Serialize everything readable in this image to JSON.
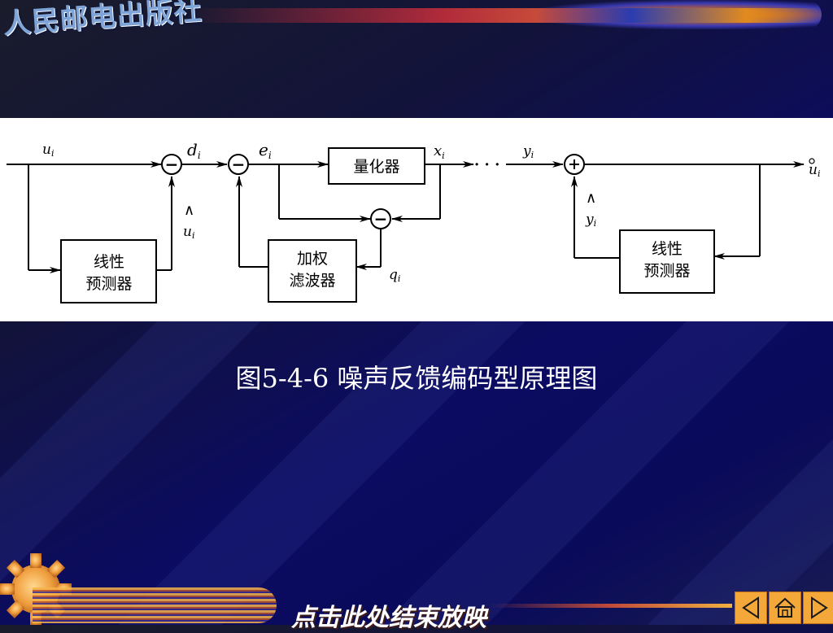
{
  "publisher": "人民邮电出版社",
  "caption": "图5-4-6  噪声反馈编码型原理图",
  "end_show_label": "点击此处结束放映",
  "diagram": {
    "blocks": {
      "predictor_left_line1": "线性",
      "predictor_left_line2": "预测器",
      "quantizer": "量化器",
      "filter_line1": "加权",
      "filter_line2": "滤波器",
      "predictor_right_line1": "线性",
      "predictor_right_line2": "预测器"
    },
    "signals": {
      "u_in": "u",
      "u_in_sub": "i",
      "d": "d",
      "d_sub": "i",
      "e": "e",
      "e_sub": "i",
      "x": "x",
      "x_sub": "i",
      "dots": "· · ·",
      "y": "y",
      "y_sub": "i",
      "u_out": "u",
      "u_out_sub": "i",
      "u_hat_mark": "∧",
      "u_hat": "u",
      "u_hat_sub": "i",
      "q": "q",
      "q_sub": "i",
      "y_hat_mark": "∧",
      "y_hat": "y",
      "y_hat_sub": "i"
    },
    "operators": {
      "minus": "−",
      "plus": "+"
    }
  },
  "nav": {
    "prev_icon": "arrow-left-icon",
    "home_icon": "home-icon",
    "next_icon": "arrow-right-icon"
  }
}
